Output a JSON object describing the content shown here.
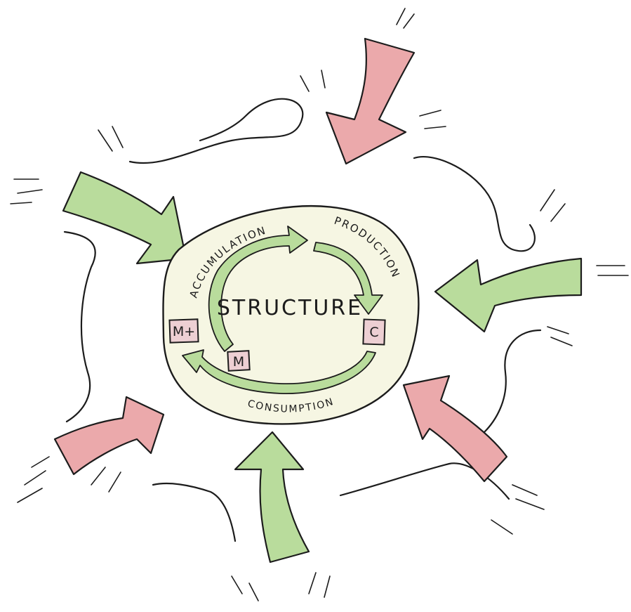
{
  "diagram": {
    "center_label": "STRUCTURE",
    "cycle_labels": {
      "accumulation": "ACCUMULATION",
      "production": "PRODUCTION",
      "consumption": "CONSUMPTION"
    },
    "nodes": {
      "m_plus": "M+",
      "m": "M",
      "c": "C"
    },
    "colors": {
      "green_arrow": "#b9dc9c",
      "pink_arrow": "#eba9ab",
      "core_fill": "#f6f6e3",
      "node_fill": "#edcfd3",
      "ink": "#1c1c1c"
    },
    "inflows": [
      {
        "name": "top-right",
        "kind": "pink"
      },
      {
        "name": "upper-left",
        "kind": "green"
      },
      {
        "name": "right",
        "kind": "green"
      },
      {
        "name": "lower-left",
        "kind": "pink"
      },
      {
        "name": "lower-right",
        "kind": "pink"
      },
      {
        "name": "bottom",
        "kind": "green"
      }
    ]
  }
}
